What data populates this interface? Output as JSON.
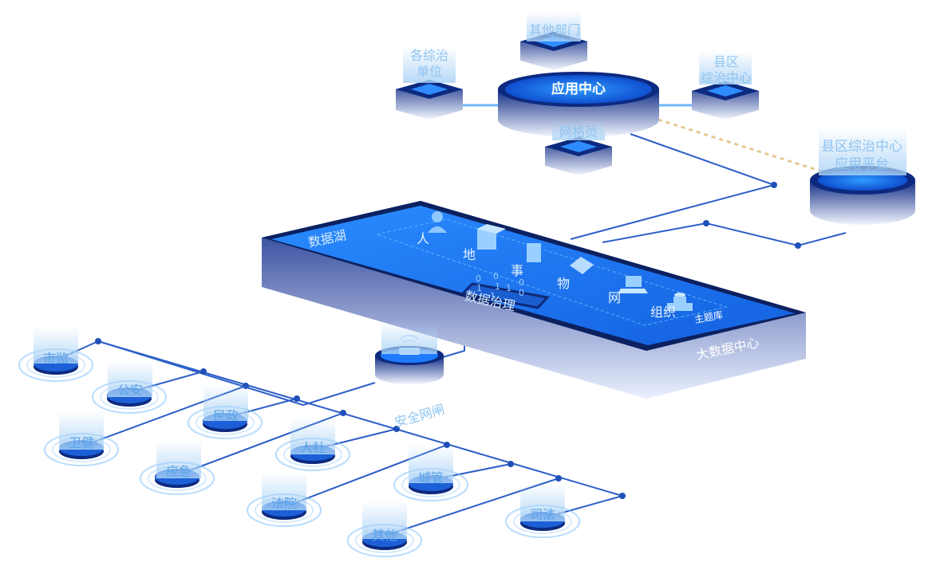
{
  "center": {
    "app_center": "应用中心",
    "county_platform_line1": "县区综治中心",
    "county_platform_line2": "应用平台",
    "grid_member": "网格员",
    "other_departments": "其他部门",
    "units_line1": "各综治",
    "units_line2": "单位",
    "county_center_line1": "县区",
    "county_center_line2": "综治中心"
  },
  "lake": {
    "data_lake": "数据湖",
    "governance": "数据治理",
    "big_data_center": "大数据中心",
    "topic_library": "主题库",
    "binary_digits": [
      "0",
      "0",
      "1",
      "1",
      "1",
      "0",
      "1",
      "0"
    ],
    "categories": [
      "人",
      "地",
      "事",
      "物",
      "网",
      "组织"
    ]
  },
  "gateway": {
    "label": "安全网闸"
  },
  "departments": [
    "市监",
    "公安",
    "民政",
    "卫健",
    "人社",
    "应急",
    "城管",
    "法院",
    "司法",
    "其他"
  ],
  "colors": {
    "platform_blue": "#1a7af0",
    "dark_navy": "#0d2a78",
    "line_blue": "#2c5fc8",
    "label_light": "#8ec4f0",
    "dashed_link": "#e8c890"
  }
}
